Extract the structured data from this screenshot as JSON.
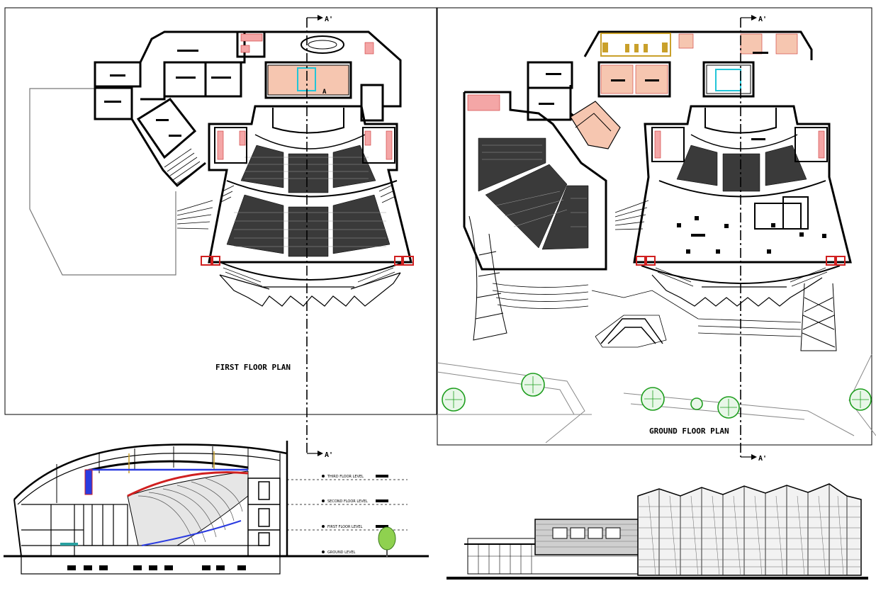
{
  "drawing": {
    "first_floor": {
      "title": "FIRST FLOOR PLAN"
    },
    "ground_floor": {
      "title": "GROUND FLOOR PLAN"
    },
    "section_marks": {
      "label": "A'",
      "stairs_label": "A"
    },
    "section_levels": [
      {
        "label": "THIRD FLOOR LEVEL"
      },
      {
        "label": "SECOND FLOOR LEVEL"
      },
      {
        "label": "FIRST FLOOR LEVEL"
      },
      {
        "label": "GROUND LEVEL"
      }
    ],
    "colors": {
      "line": "#000000",
      "toilet_fill": "#f4a6a6",
      "furniture": "#e8b07a",
      "gold": "#c9a02a",
      "tree": "#1e9e1e",
      "accent_blue": "#2a3be0",
      "accent_red": "#d02020",
      "glass_cyan": "#22c5d8"
    }
  }
}
